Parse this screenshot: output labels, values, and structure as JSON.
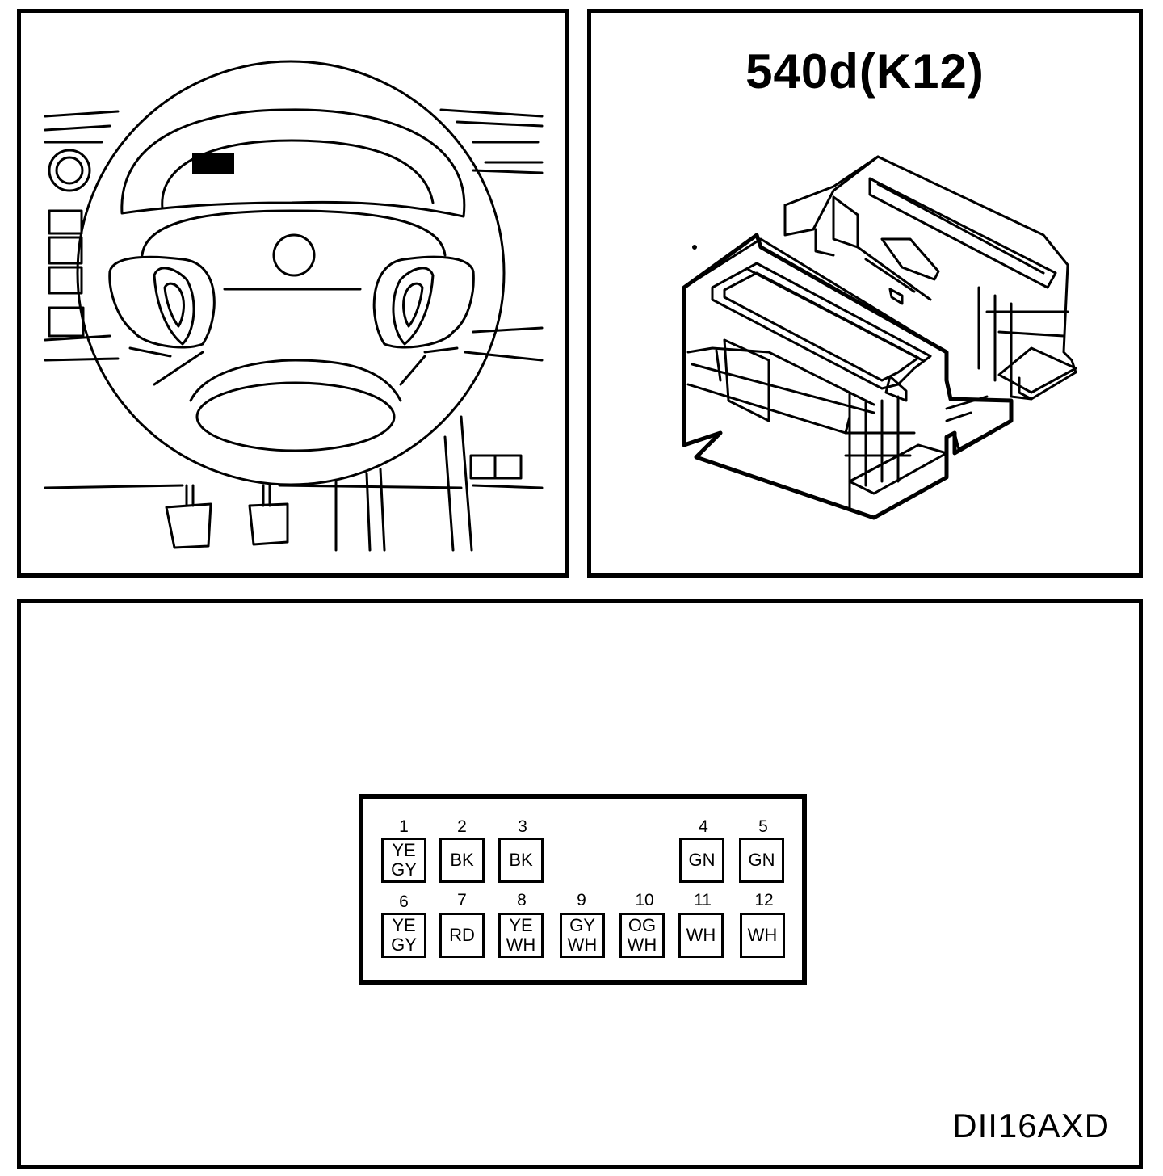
{
  "connector": {
    "title": "540d(K12)"
  },
  "pinout": {
    "top_row": [
      {
        "pin": "1",
        "colors": [
          "YE",
          "GY"
        ]
      },
      {
        "pin": "2",
        "colors": [
          "BK"
        ]
      },
      {
        "pin": "3",
        "colors": [
          "BK"
        ]
      },
      {
        "pin": "4",
        "colors": [
          "GN"
        ]
      },
      {
        "pin": "5",
        "colors": [
          "GN"
        ]
      }
    ],
    "bottom_row": [
      {
        "pin": "6",
        "colors": [
          "YE",
          "GY"
        ]
      },
      {
        "pin": "7",
        "colors": [
          "RD"
        ]
      },
      {
        "pin": "8",
        "colors": [
          "YE",
          "WH"
        ]
      },
      {
        "pin": "9",
        "colors": [
          "GY",
          "WH"
        ]
      },
      {
        "pin": "10",
        "colors": [
          "OG",
          "WH"
        ]
      },
      {
        "pin": "11",
        "colors": [
          "WH"
        ]
      },
      {
        "pin": "12",
        "colors": [
          "WH"
        ]
      }
    ]
  },
  "diagram_code": "DII16AXD"
}
